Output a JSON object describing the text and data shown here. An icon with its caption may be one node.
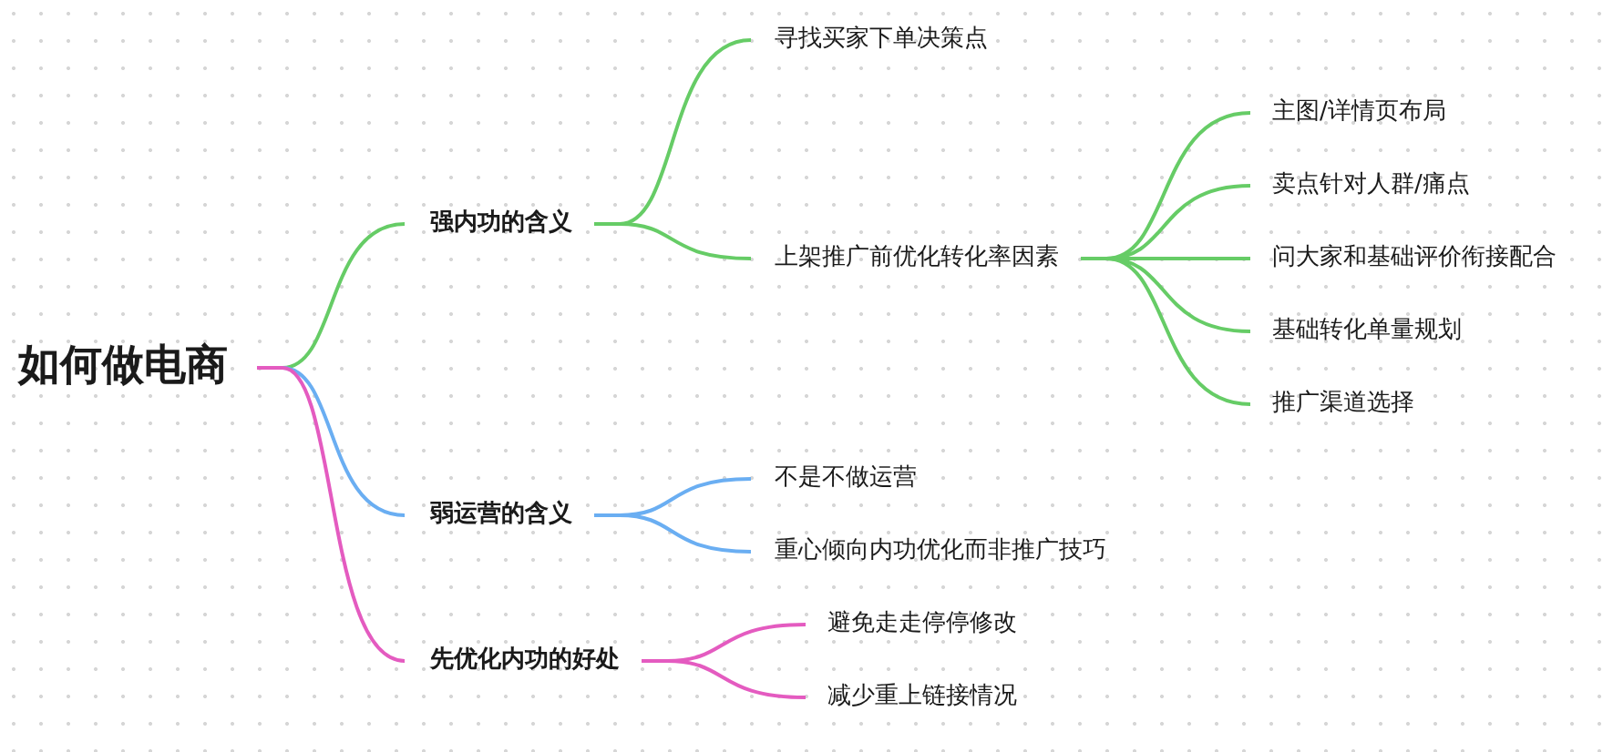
{
  "diagram": {
    "nodes": [
      {
        "text": [
          "如何做电商"
        ]
      },
      {
        "text": [
          "强内功的含义"
        ]
      },
      {
        "text": [
          "寻找买家下单决策点"
        ]
      },
      {
        "text": [
          "上架推广前优化转化率因素"
        ]
      },
      {
        "text": [
          "主图/详情页布局"
        ]
      },
      {
        "text": [
          "卖点针对人群/痛点"
        ]
      },
      {
        "text": [
          "问大家和基础评价衔接配合"
        ]
      },
      {
        "text": [
          "基础转化单量规划"
        ]
      },
      {
        "text": [
          "推广渠道选择"
        ]
      },
      {
        "text": [
          "弱运营的含义"
        ]
      },
      {
        "text": [
          "不是不做运营"
        ]
      },
      {
        "text": [
          "重心倾向内功优化而非推广技巧"
        ]
      },
      {
        "text": [
          "先优化内功的好处"
        ]
      },
      {
        "text": [
          "避免走走停停修改"
        ]
      },
      {
        "text": [
          "减少重上链接情况"
        ]
      }
    ],
    "edges": [
      {
        "from": 0,
        "to": 1,
        "arrow": "none"
      },
      {
        "from": 1,
        "to": 2,
        "arrow": "none"
      },
      {
        "from": 1,
        "to": 3,
        "arrow": "none"
      },
      {
        "from": 3,
        "to": 4,
        "arrow": "none"
      },
      {
        "from": 3,
        "to": 5,
        "arrow": "none"
      },
      {
        "from": 3,
        "to": 6,
        "arrow": "none"
      },
      {
        "from": 3,
        "to": 7,
        "arrow": "none"
      },
      {
        "from": 3,
        "to": 8,
        "arrow": "none"
      },
      {
        "from": 0,
        "to": 9,
        "arrow": "none",
        "color": "#6aaef2"
      },
      {
        "from": 9,
        "to": 10,
        "arrow": "none",
        "color": "#6aaef2"
      },
      {
        "from": 9,
        "to": 11,
        "arrow": "none",
        "color": "#6aaef2"
      },
      {
        "from": 0,
        "to": 12,
        "arrow": "none",
        "color": "#e45bc0"
      },
      {
        "from": 12,
        "to": 13,
        "arrow": "none",
        "color": "#e45bc0"
      },
      {
        "from": 12,
        "to": 14,
        "arrow": "none",
        "color": "#e45bc0"
      }
    ]
  }
}
